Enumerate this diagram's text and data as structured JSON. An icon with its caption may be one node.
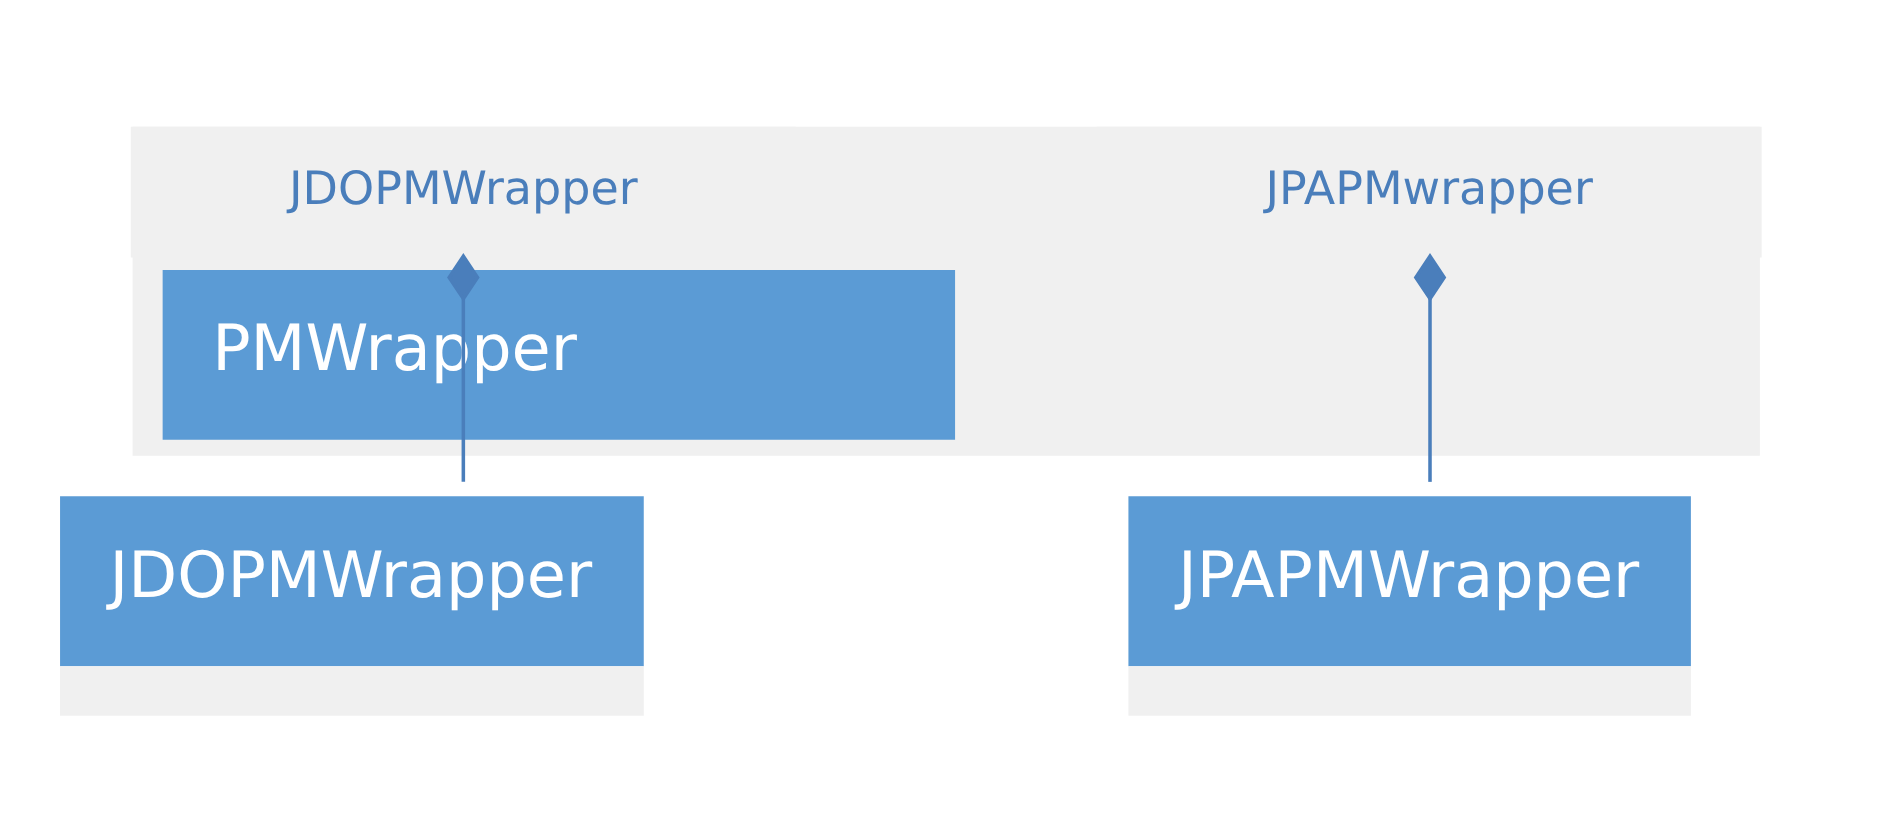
{
  "diagram": {
    "nodes": [
      {
        "text": [
          "PMWrapper"
        ]
      },
      {
        "text": [
          "JDOPMWrapper"
        ],
        "in": 0
      },
      {
        "text": [
          "JPAPMwrapper"
        ],
        "in": 0
      },
      {
        "text": [
          "JDOPMWrapper"
        ]
      },
      {
        "text": [
          "JPAPMWrapper"
        ]
      }
    ],
    "edges": [
      {
        "from": 3,
        "to": 1,
        "arrow": "other"
      },
      {
        "from": 4,
        "to": 2,
        "arrow": "other"
      }
    ]
  }
}
